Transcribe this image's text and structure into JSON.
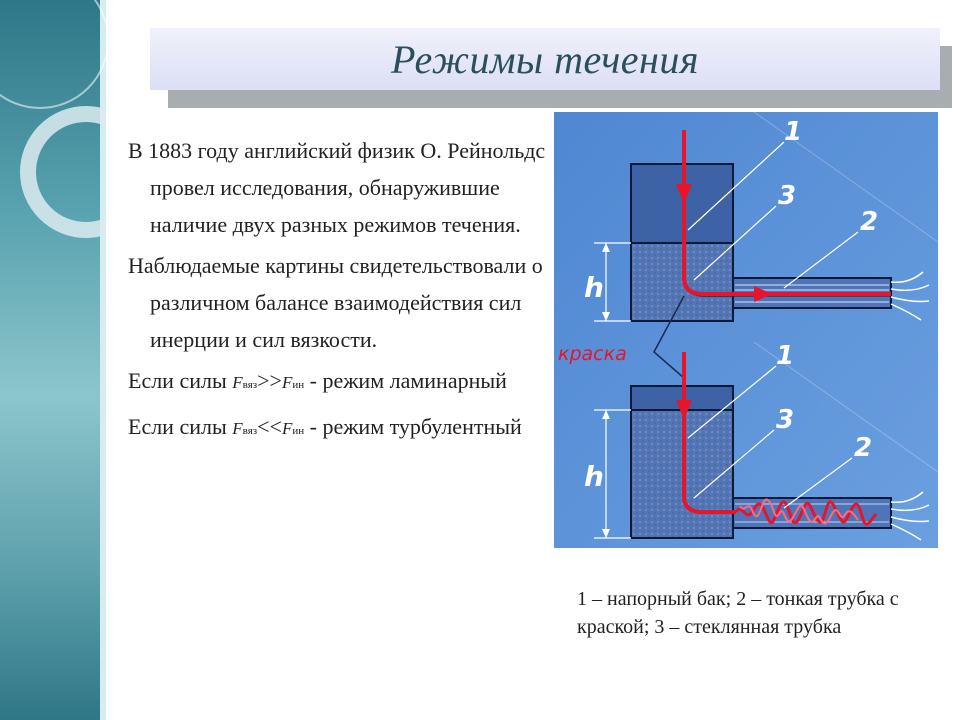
{
  "title": "Режимы течения",
  "body": {
    "para1": "В 1883 году английский физик О. Рейнольдс провел исследования, обнаружившие наличие двух разных режимов течения.",
    "para2": "Наблюдаемые картины свидетельствовали о различном балансе взаимодействия сил инерции и сил вязкости.",
    "cond1": {
      "prefix": "Если силы ",
      "f": "F",
      "sub1": "вяз",
      "op": ">>",
      "sub2": "ин",
      "suffix": "  - режим ламинарный"
    },
    "cond2": {
      "prefix": "Если силы ",
      "f": "F",
      "sub1": "вяз",
      "op": "<<",
      "sub2": "ин",
      "suffix": "  - режим турбулентный"
    }
  },
  "diagram": {
    "labels": {
      "n1": "1",
      "n2": "2",
      "n3": "3",
      "h": "h",
      "dye": "краска"
    },
    "colors": {
      "background": "#5b8fd6",
      "tank_dark": "#3d62a6",
      "water": "#5475b3",
      "flow": "#e8142b"
    }
  },
  "caption": "1 – напорный бак; 2 – тонкая трубка с краской; 3 – стеклянная трубка"
}
